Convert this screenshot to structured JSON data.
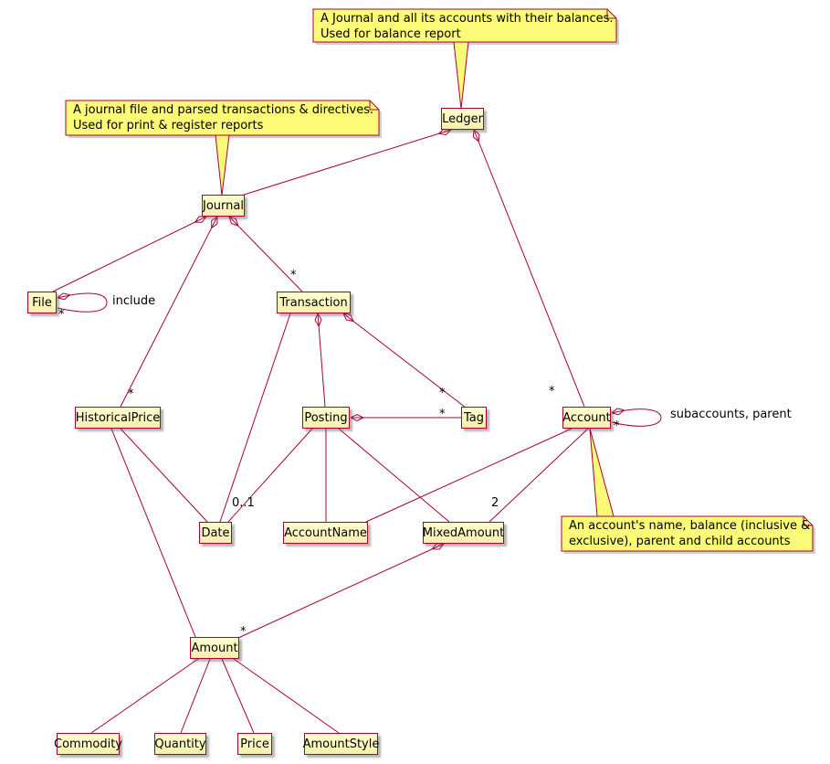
{
  "colors": {
    "line": "#A80036",
    "class_fill": "#FEFECE",
    "note_fill": "#FBFB77",
    "background": "#FFFFFF"
  },
  "notes": {
    "ledger": {
      "line1": "A Journal and all its accounts with their balances.",
      "line2": "Used for balance report"
    },
    "journal": {
      "line1": "A journal file and parsed transactions & directives.",
      "line2": "Used for print & register reports"
    },
    "account": {
      "line1": "An account's name, balance (inclusive &",
      "line2": "exclusive), parent and child accounts"
    }
  },
  "classes": {
    "ledger": "Ledger",
    "journal": "Journal",
    "file": "File",
    "transaction": "Transaction",
    "historical_price": "HistoricalPrice",
    "posting": "Posting",
    "tag": "Tag",
    "account": "Account",
    "date": "Date",
    "account_name": "AccountName",
    "mixed_amount": "MixedAmount",
    "amount": "Amount",
    "commodity": "Commodity",
    "quantity": "Quantity",
    "price": "Price",
    "amount_style": "AmountStyle"
  },
  "edge_labels": {
    "include": "include",
    "subaccounts_parent": "subaccounts, parent",
    "many": "*",
    "optional": "0..1",
    "two": "2"
  }
}
